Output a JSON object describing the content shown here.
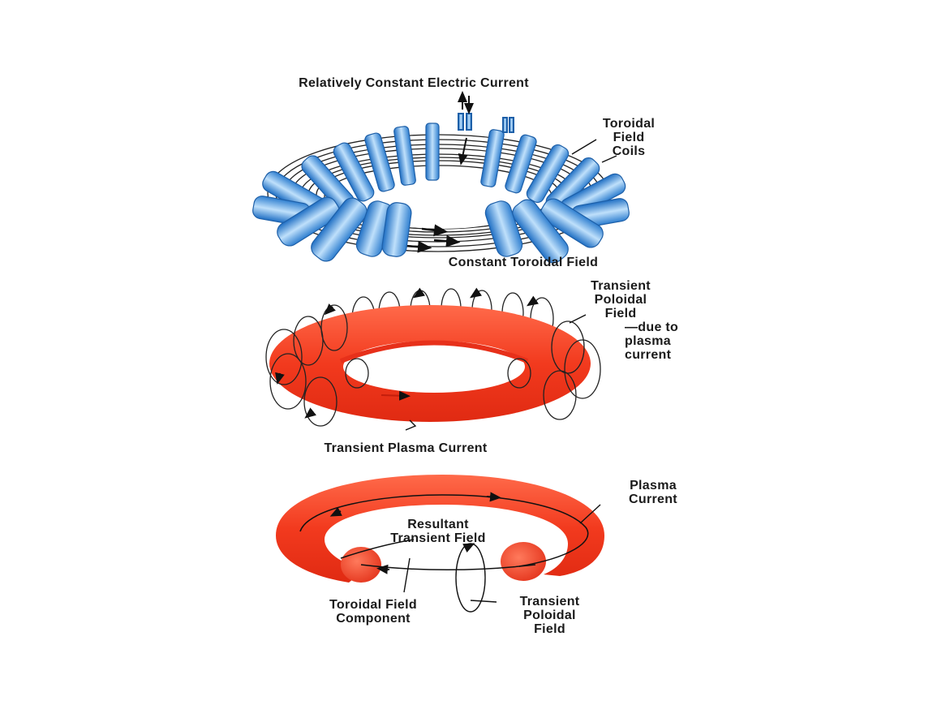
{
  "colors": {
    "coil_blue": "#3f8fd8",
    "coil_light": "#bfe0fb",
    "plasma_red": "#f23a1e",
    "plasma_light": "#ff8a70",
    "line": "#111111"
  },
  "panel1": {
    "top_label": "Relatively Constant Electric Current",
    "coils_label": "Toroidal\nField\nCoils",
    "bottom_label": "Constant Toroidal Field"
  },
  "panel2": {
    "poloidal_label": "Transient\nPoloidal\nField",
    "due_label": "—due to\nplasma\ncurrent",
    "bottom_label": "Transient Plasma Current"
  },
  "panel3": {
    "plasma_label": "Plasma\nCurrent",
    "resultant_label": "Resultant\nTransient Field",
    "toroidal_component_label": "Toroidal Field\nComponent",
    "poloidal_label": "Transient\nPoloidal\nField"
  }
}
